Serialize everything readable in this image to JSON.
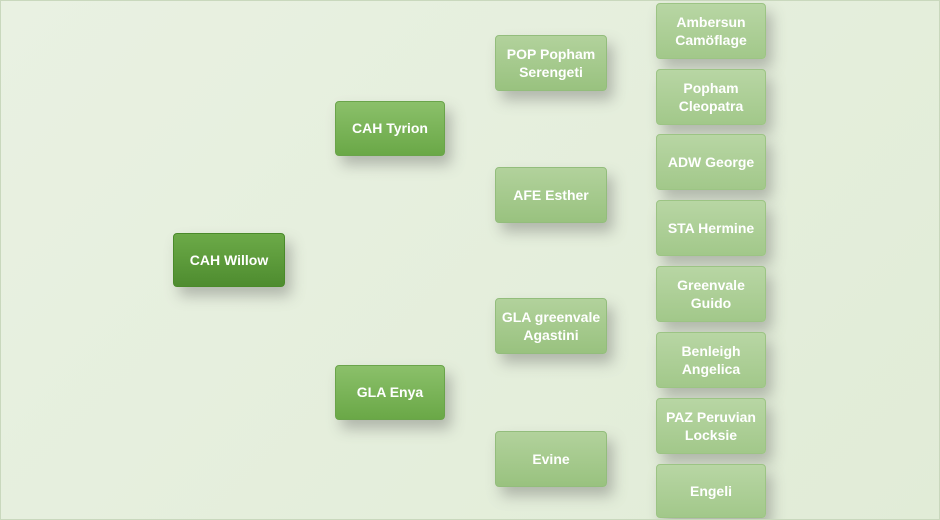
{
  "colors": {
    "background": "#e4eedc",
    "root": "#5a9a3a",
    "level1": "#78b456",
    "level2": "#a6ca8c",
    "level3": "#aed09a",
    "text": "#ffffff"
  },
  "tree": {
    "root": "CAH Willow",
    "sire": "CAH Tyrion",
    "dam": "GLA Enya",
    "sire_sire": "POP Popham\nSerengeti",
    "sire_dam": "AFE Esther",
    "dam_sire": "GLA greenvale\nAgastini",
    "dam_dam": "Evine",
    "ggp": [
      "Ambersun\nCamöflage",
      "Popham\nCleopatra",
      "ADW George",
      "STA Hermine",
      "Greenvale\nGuido",
      "Benleigh\nAngelica",
      "PAZ Peruvian\nLocksie",
      "Engeli"
    ]
  }
}
